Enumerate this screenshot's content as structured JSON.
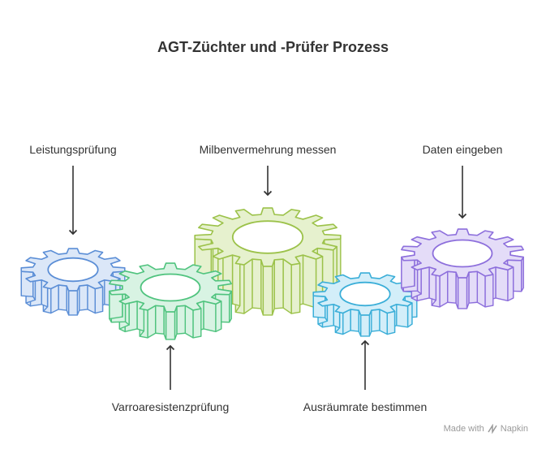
{
  "title": "AGT-Züchter und -Prüfer Prozess",
  "steps": [
    {
      "label": "Leistungsprüfung",
      "color": "#5b8ed6",
      "fill": "#dbe7f8"
    },
    {
      "label": "Varroaresistenzprüfung",
      "color": "#4fc37e",
      "fill": "#d8f3e3"
    },
    {
      "label": "Milbenvermehrung messen",
      "color": "#9cc24a",
      "fill": "#e6f1ce"
    },
    {
      "label": "Ausräumrate bestimmen",
      "color": "#3aaed8",
      "fill": "#d3eef9"
    },
    {
      "label": "Daten eingeben",
      "color": "#8d6fdc",
      "fill": "#e4dcf8"
    }
  ],
  "brand": {
    "made_with": "Made with",
    "name": "Napkin",
    "icon": "napkin-logo-icon"
  }
}
